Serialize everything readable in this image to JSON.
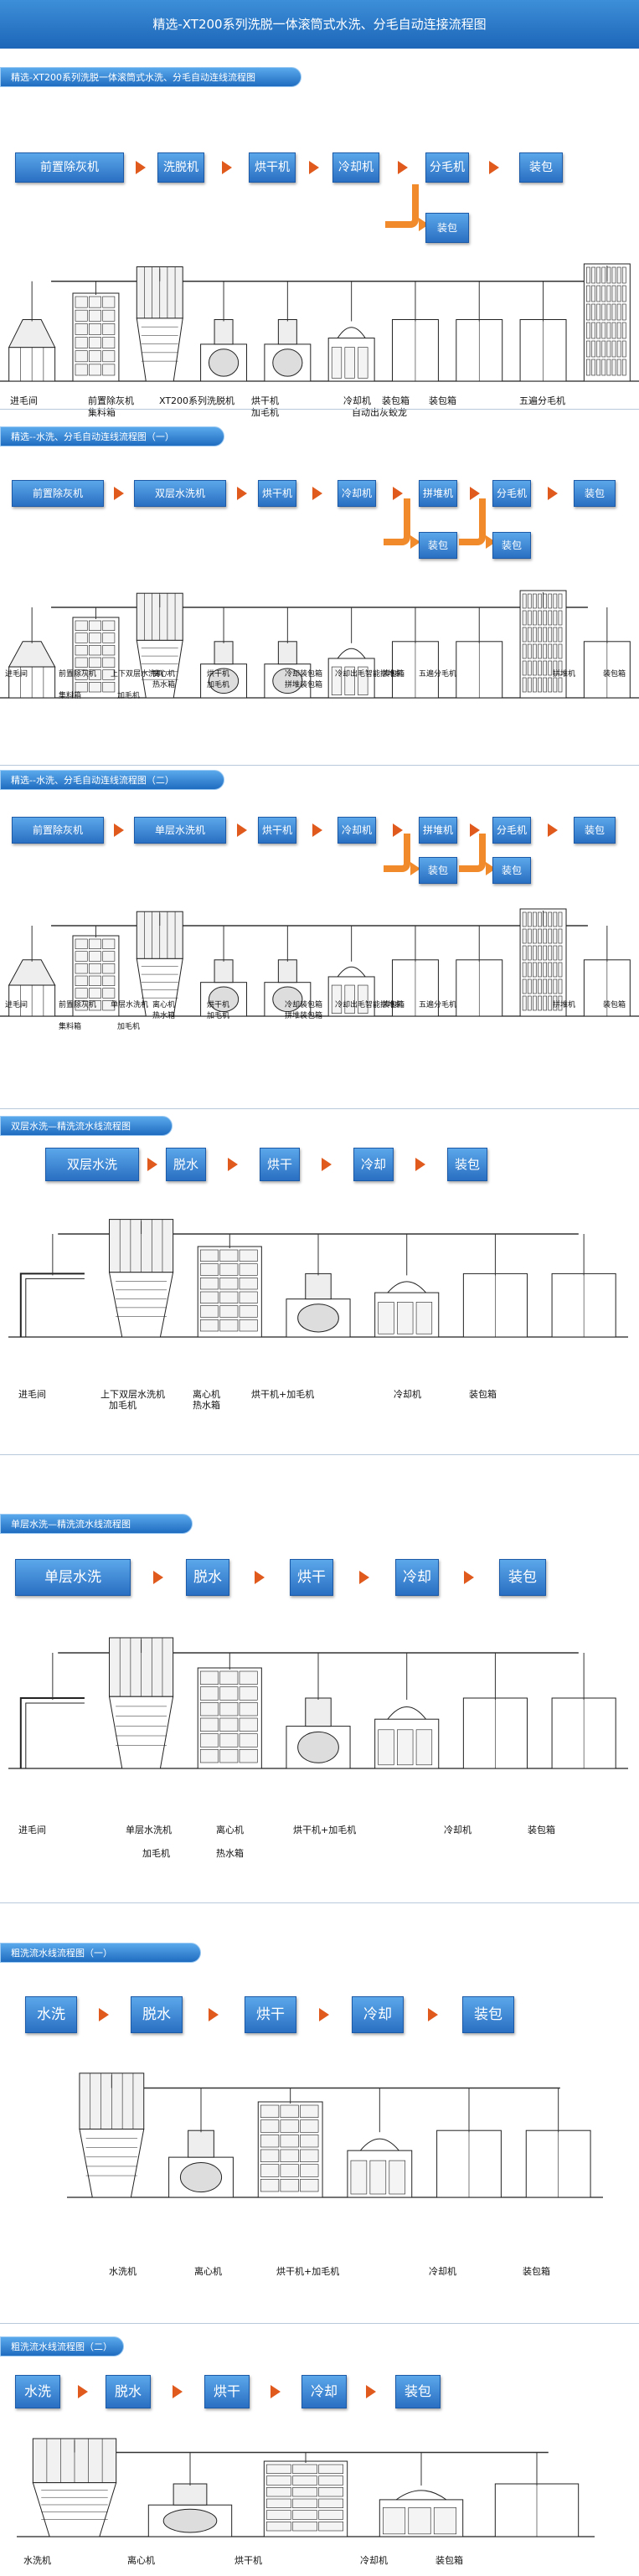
{
  "page_title": "精选-XT200系列洗脱一体滚筒式水洗、分毛自动连接流程图",
  "sections": [
    {
      "title": "精选-XT200系列洗脱一体滚筒式水洗、分毛自动连线流程图",
      "steps": [
        "前置除灰机",
        "洗脱机",
        "烘干机",
        "冷却机",
        "分毛机",
        "装包"
      ],
      "branch_step": "装包",
      "labels": [
        "进毛间",
        "前置除灰机",
        "集料箱",
        "XT200系列洗脱机",
        "烘干机",
        "加毛机",
        "冷却机",
        "自动出灰蛟龙",
        "装包箱",
        "装包箱",
        "五遍分毛机"
      ]
    },
    {
      "title": "精选--水洗、分毛自动连线流程图（一）",
      "steps": [
        "前置除灰机",
        "双层水洗机",
        "烘干机",
        "冷却机",
        "拼堆机",
        "分毛机",
        "装包"
      ],
      "branch_steps": [
        "装包",
        "装包"
      ],
      "labels": [
        "进毛间",
        "前置除灰机",
        "集料箱",
        "上下双层水洗机",
        "加毛机",
        "离心机",
        "热水箱",
        "烘干机",
        "加毛机",
        "冷却装包箱",
        "拼堆装包箱",
        "冷却出毛智能拼堆机",
        "装包箱",
        "五遍分毛机",
        "拼堆机",
        "装包箱"
      ]
    },
    {
      "title": "精选--水洗、分毛自动连线流程图（二）",
      "steps": [
        "前置除灰机",
        "单层水洗机",
        "烘干机",
        "冷却机",
        "拼堆机",
        "分毛机",
        "装包"
      ],
      "branch_steps": [
        "装包",
        "装包"
      ],
      "labels": [
        "进毛间",
        "前置除灰机",
        "集料箱",
        "单层水洗机",
        "加毛机",
        "离心机",
        "热水箱",
        "烘干机",
        "加毛机",
        "冷却装包箱",
        "拼堆装包箱",
        "冷却出毛智能拼堆机",
        "装包箱",
        "五遍分毛机",
        "拼堆机",
        "装包箱"
      ]
    },
    {
      "title": "双层水洗—精洗流水线流程图",
      "steps": [
        "双层水洗",
        "脱水",
        "烘干",
        "冷却",
        "装包"
      ],
      "labels": [
        "进毛间",
        "上下双层水洗机",
        "加毛机",
        "离心机",
        "热水箱",
        "烘干机+加毛机",
        "冷却机",
        "装包箱"
      ]
    },
    {
      "title": "单层水洗—精洗流水线流程图",
      "steps": [
        "单层水洗",
        "脱水",
        "烘干",
        "冷却",
        "装包"
      ],
      "labels": [
        "进毛间",
        "单层水洗机",
        "加毛机",
        "离心机",
        "热水箱",
        "烘干机+加毛机",
        "冷却机",
        "装包箱"
      ]
    },
    {
      "title": "粗洗流水线流程图（一）",
      "steps": [
        "水洗",
        "脱水",
        "烘干",
        "冷却",
        "装包"
      ],
      "labels": [
        "水洗机",
        "离心机",
        "烘干机+加毛机",
        "冷却机",
        "装包箱"
      ]
    },
    {
      "title": "粗洗流水线流程图（二）",
      "steps": [
        "水洗",
        "脱水",
        "烘干",
        "冷却",
        "装包"
      ],
      "labels": [
        "水洗机",
        "离心机",
        "烘干机",
        "冷却机",
        "装包箱"
      ]
    }
  ]
}
